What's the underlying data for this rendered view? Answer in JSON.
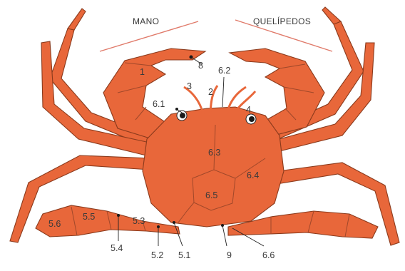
{
  "headers": {
    "left": "MANO",
    "right": "QUELÍPEDOS"
  },
  "labels": {
    "l1": "1",
    "l2": "2",
    "l3": "3",
    "l4": "4",
    "l5_1": "5.1",
    "l5_2": "5.2",
    "l5_3": "5.3",
    "l5_4": "5.4",
    "l5_5": "5.5",
    "l5_6": "5.6",
    "l6_1": "6.1",
    "l6_2": "6.2",
    "l6_3": "6.3",
    "l6_4": "6.4",
    "l6_5": "6.5",
    "l6_6": "6.6",
    "l8": "8",
    "l9": "9"
  },
  "colors": {
    "shell": "#e8673a",
    "outline": "#8a3a1c",
    "header_line": "#e07a6a"
  }
}
